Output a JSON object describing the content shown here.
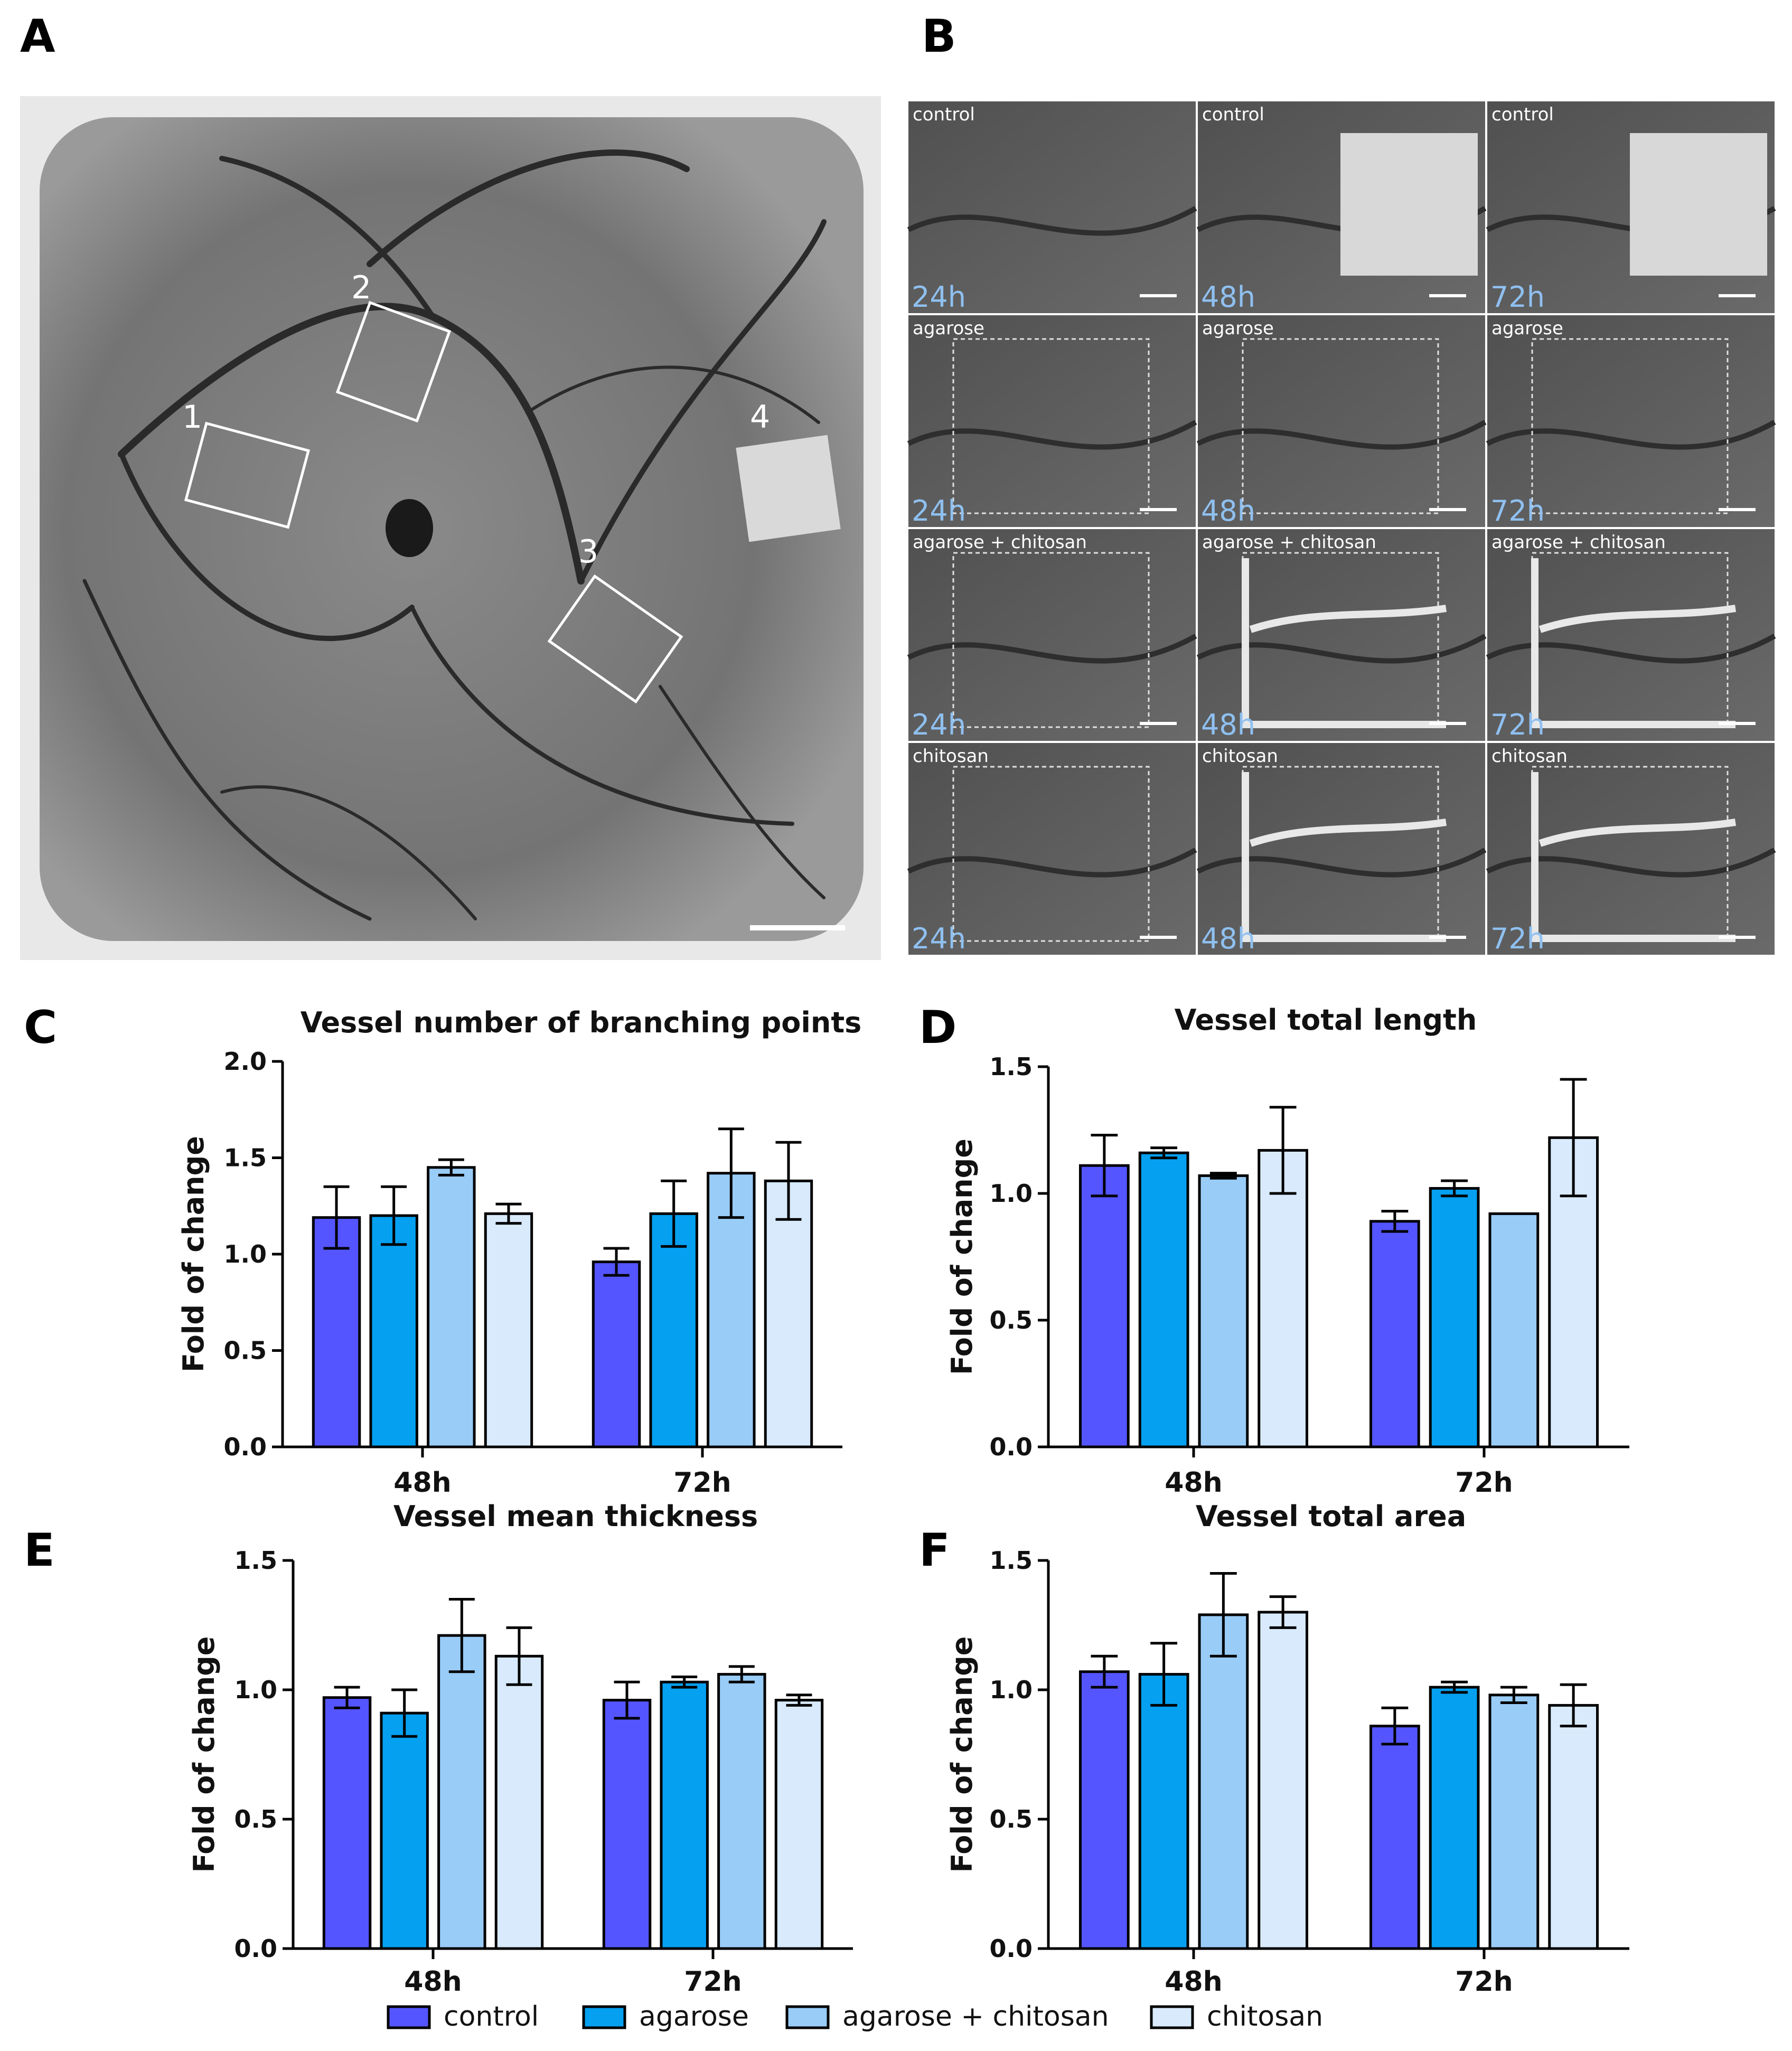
{
  "panel_labels": {
    "a": "A",
    "b": "B",
    "c": "C",
    "d": "D",
    "e": "E",
    "f": "F"
  },
  "photo_a": {
    "markers": [
      "1",
      "2",
      "3",
      "4"
    ]
  },
  "grid_b": {
    "rows": [
      "control",
      "agarose",
      "agarose + chitosan",
      "chitosan"
    ],
    "times": [
      "24h",
      "48h",
      "72h"
    ]
  },
  "legend": [
    {
      "label": "control",
      "color": "#5555ff"
    },
    {
      "label": "agarose",
      "color": "#05a0f0"
    },
    {
      "label": "agarose + chitosan",
      "color": "#99ccf7"
    },
    {
      "label": "chitosan",
      "color": "#d8eafc"
    }
  ],
  "chart_data": [
    {
      "id": "C",
      "type": "bar",
      "title": "Vessel number of branching points",
      "ylabel": "Fold of change",
      "categories": [
        "48h",
        "72h"
      ],
      "ylim": [
        0,
        2.0
      ],
      "yticks": [
        "0.0",
        "0.5",
        "1.0",
        "1.5",
        "2.0"
      ],
      "series": [
        {
          "name": "control",
          "values": [
            1.19,
            0.96
          ],
          "errors": [
            0.16,
            0.07
          ]
        },
        {
          "name": "agarose",
          "values": [
            1.2,
            1.21
          ],
          "errors": [
            0.15,
            0.17
          ]
        },
        {
          "name": "agarose + chitosan",
          "values": [
            1.45,
            1.42
          ],
          "errors": [
            0.04,
            0.23
          ]
        },
        {
          "name": "chitosan",
          "values": [
            1.21,
            1.38
          ],
          "errors": [
            0.05,
            0.2
          ]
        }
      ]
    },
    {
      "id": "D",
      "type": "bar",
      "title": "Vessel total length",
      "ylabel": "Fold of change",
      "categories": [
        "48h",
        "72h"
      ],
      "ylim": [
        0,
        1.5
      ],
      "yticks": [
        "0.0",
        "0.5",
        "1.0",
        "1.5"
      ],
      "series": [
        {
          "name": "control",
          "values": [
            1.11,
            0.89
          ],
          "errors": [
            0.12,
            0.04
          ]
        },
        {
          "name": "agarose",
          "values": [
            1.16,
            1.02
          ],
          "errors": [
            0.02,
            0.03
          ]
        },
        {
          "name": "agarose + chitosan",
          "values": [
            1.07,
            0.92
          ],
          "errors": [
            0.01,
            0.0
          ]
        },
        {
          "name": "chitosan",
          "values": [
            1.17,
            1.22
          ],
          "errors": [
            0.17,
            0.23
          ]
        }
      ]
    },
    {
      "id": "E",
      "type": "bar",
      "title": "Vessel mean thickness",
      "ylabel": "Fold of change",
      "categories": [
        "48h",
        "72h"
      ],
      "ylim": [
        0,
        1.5
      ],
      "yticks": [
        "0.0",
        "0.5",
        "1.0",
        "1.5"
      ],
      "series": [
        {
          "name": "control",
          "values": [
            0.97,
            0.96
          ],
          "errors": [
            0.04,
            0.07
          ]
        },
        {
          "name": "agarose",
          "values": [
            0.91,
            1.03
          ],
          "errors": [
            0.09,
            0.02
          ]
        },
        {
          "name": "agarose + chitosan",
          "values": [
            1.21,
            1.06
          ],
          "errors": [
            0.14,
            0.03
          ]
        },
        {
          "name": "chitosan",
          "values": [
            1.13,
            0.96
          ],
          "errors": [
            0.11,
            0.02
          ]
        }
      ]
    },
    {
      "id": "F",
      "type": "bar",
      "title": "Vessel total area",
      "ylabel": "Fold of change",
      "categories": [
        "48h",
        "72h"
      ],
      "ylim": [
        0,
        1.5
      ],
      "yticks": [
        "0.0",
        "0.5",
        "1.0",
        "1.5"
      ],
      "series": [
        {
          "name": "control",
          "values": [
            1.07,
            0.86
          ],
          "errors": [
            0.06,
            0.07
          ]
        },
        {
          "name": "agarose",
          "values": [
            1.06,
            1.01
          ],
          "errors": [
            0.12,
            0.02
          ]
        },
        {
          "name": "agarose + chitosan",
          "values": [
            1.29,
            0.98
          ],
          "errors": [
            0.16,
            0.03
          ]
        },
        {
          "name": "chitosan",
          "values": [
            1.3,
            0.94
          ],
          "errors": [
            0.06,
            0.08
          ]
        }
      ]
    }
  ]
}
